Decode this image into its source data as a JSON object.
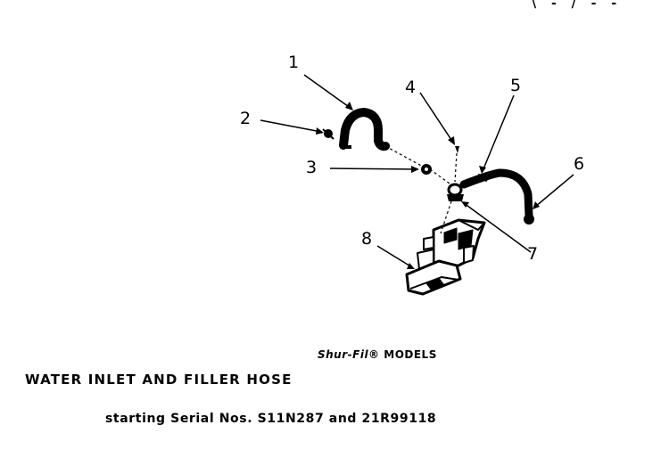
{
  "corner_mark": "\\ - / - -",
  "callouts": [
    {
      "num": "1",
      "part": "hose-clamp"
    },
    {
      "num": "2",
      "part": "clamp-fastener"
    },
    {
      "num": "3",
      "part": "nut"
    },
    {
      "num": "4",
      "part": "screw"
    },
    {
      "num": "5",
      "part": "hose-clamp-small"
    },
    {
      "num": "6",
      "part": "filler-hose"
    },
    {
      "num": "7",
      "part": "fitting"
    },
    {
      "num": "8",
      "part": "water-inlet-valve"
    }
  ],
  "caption": {
    "brand": "Shur-Fil®",
    "models": "MODELS",
    "title": "WATER INLET AND FILLER HOSE",
    "serial": "starting Serial Nos. S11N287 and 21R99118"
  }
}
